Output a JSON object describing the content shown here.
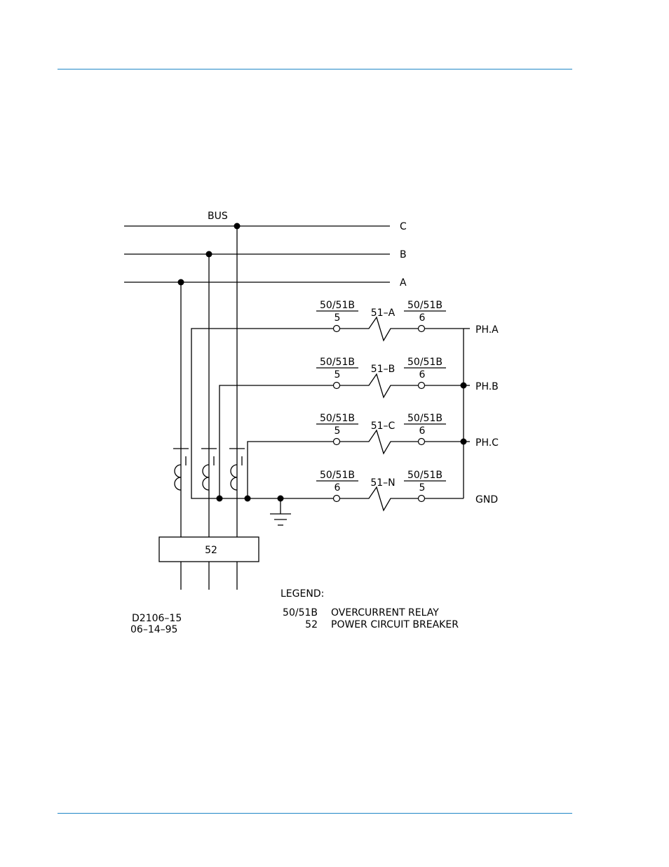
{
  "diagram": {
    "bus_label": "BUS",
    "phases": {
      "c": "C",
      "b": "B",
      "a": "A"
    },
    "circuits": [
      {
        "relay": "51–A",
        "left_label": "50/51B",
        "left_term": "5",
        "right_label": "50/51B",
        "right_term": "6",
        "out": "PH.A"
      },
      {
        "relay": "51–B",
        "left_label": "50/51B",
        "left_term": "5",
        "right_label": "50/51B",
        "right_term": "6",
        "out": "PH.B"
      },
      {
        "relay": "51–C",
        "left_label": "50/51B",
        "left_term": "5",
        "right_label": "50/51B",
        "right_term": "6",
        "out": "PH.C"
      },
      {
        "relay": "51–N",
        "left_label": "50/51B",
        "left_term": "6",
        "right_label": "50/51B",
        "right_term": "5",
        "out": "GND"
      }
    ],
    "breaker_label": "52",
    "legend": {
      "title": "LEGEND:",
      "items": [
        {
          "code": "50/51B",
          "desc": "OVERCURRENT RELAY"
        },
        {
          "code": "52",
          "desc": "POWER CIRCUIT BREAKER"
        }
      ]
    },
    "drawing_no": "D2106–15",
    "drawing_date": "06–14–95"
  }
}
